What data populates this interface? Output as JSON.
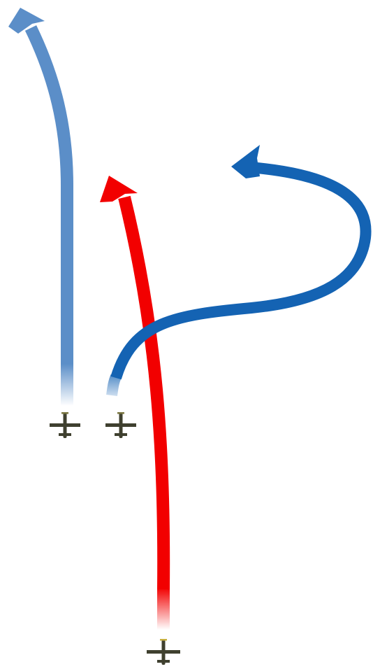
{
  "diagram": {
    "colors": {
      "background": "#ffffff",
      "wingman_path": "#5b8ec8",
      "leader_path": "#1463b3",
      "bandit_path": "#f20000",
      "aircraft_body": "#3f402f",
      "aircraft_accent": "#7a7640"
    },
    "aircraft": [
      {
        "id": "wingman",
        "icon": "fighter-plane-icon",
        "color": "#3f402f"
      },
      {
        "id": "leader",
        "icon": "fighter-plane-icon",
        "color": "#3f402f"
      },
      {
        "id": "bandit",
        "icon": "fighter-plane-icon",
        "color": "#3f402f"
      }
    ],
    "paths": [
      {
        "id": "wingman-climb",
        "aircraft": "wingman",
        "color": "#5b8ec8"
      },
      {
        "id": "bandit-pursuit",
        "aircraft": "bandit",
        "color": "#f20000"
      },
      {
        "id": "leader-turn",
        "aircraft": "leader",
        "color": "#1463b3"
      }
    ]
  }
}
